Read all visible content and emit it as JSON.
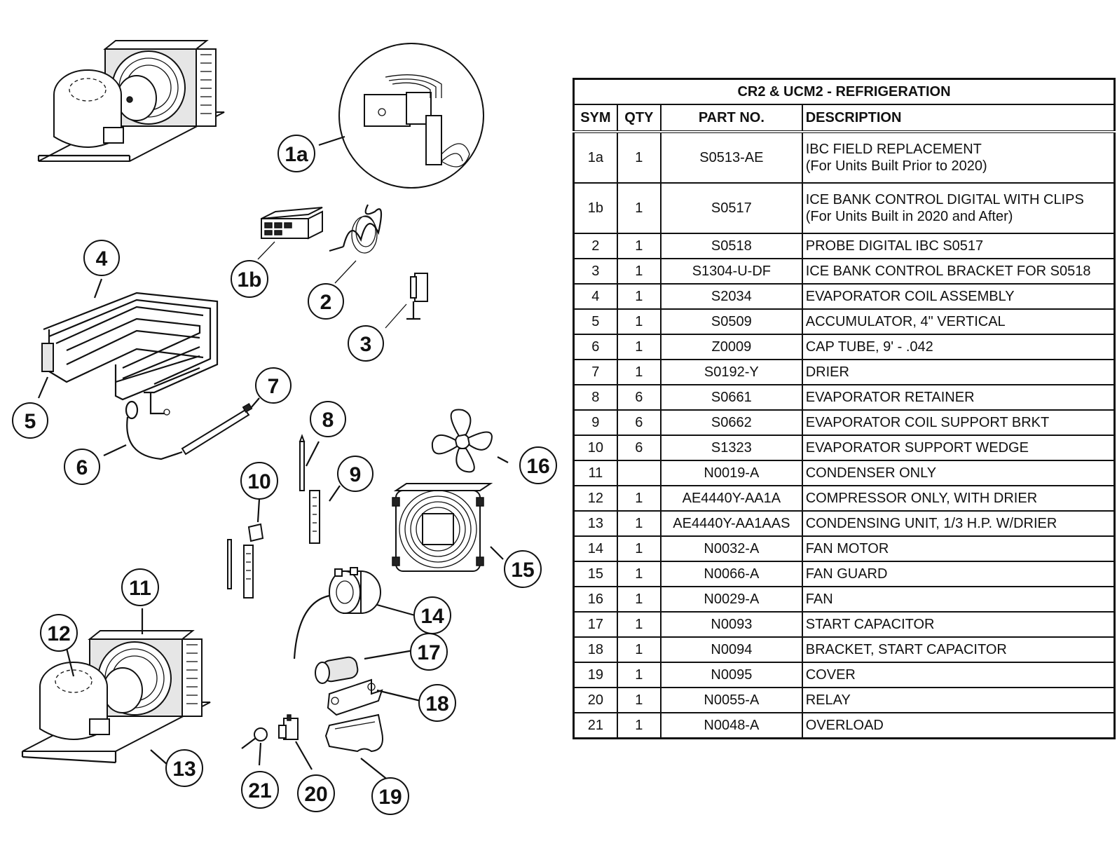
{
  "table": {
    "title": "CR2 & UCM2 - REFRIGERATION",
    "headers": {
      "sym": "SYM",
      "qty": "QTY",
      "part_no": "PART NO.",
      "description": "DESCRIPTION"
    },
    "rows": [
      {
        "sym": "1a",
        "qty": "1",
        "part_no": "S0513-AE",
        "desc1": "IBC FIELD REPLACEMENT",
        "desc2": "(For Units Built Prior to 2020)"
      },
      {
        "sym": "1b",
        "qty": "1",
        "part_no": "S0517",
        "desc1": "ICE BANK CONTROL DIGITAL WITH CLIPS",
        "desc2": "(For Units Built in 2020 and After)"
      },
      {
        "sym": "2",
        "qty": "1",
        "part_no": "S0518",
        "desc1": "PROBE DIGITAL IBC S0517"
      },
      {
        "sym": "3",
        "qty": "1",
        "part_no": "S1304-U-DF",
        "desc1": "ICE BANK CONTROL BRACKET FOR S0518"
      },
      {
        "sym": "4",
        "qty": "1",
        "part_no": "S2034",
        "desc1": "EVAPORATOR COIL ASSEMBLY"
      },
      {
        "sym": "5",
        "qty": "1",
        "part_no": "S0509",
        "desc1": "ACCUMULATOR, 4\" VERTICAL"
      },
      {
        "sym": "6",
        "qty": "1",
        "part_no": "Z0009",
        "desc1": "CAP TUBE, 9' - .042"
      },
      {
        "sym": "7",
        "qty": "1",
        "part_no": "S0192-Y",
        "desc1": "DRIER"
      },
      {
        "sym": "8",
        "qty": "6",
        "part_no": "S0661",
        "desc1": "EVAPORATOR RETAINER"
      },
      {
        "sym": "9",
        "qty": "6",
        "part_no": "S0662",
        "desc1": "EVAPORATOR COIL SUPPORT BRKT"
      },
      {
        "sym": "10",
        "qty": "6",
        "part_no": "S1323",
        "desc1": "EVAPORATOR SUPPORT WEDGE"
      },
      {
        "sym": "11",
        "qty": "",
        "part_no": "N0019-A",
        "desc1": "CONDENSER ONLY"
      },
      {
        "sym": "12",
        "qty": "1",
        "part_no": "AE4440Y-AA1A",
        "desc1": "COMPRESSOR ONLY, WITH DRIER"
      },
      {
        "sym": "13",
        "qty": "1",
        "part_no": "AE4440Y-AA1AAS",
        "desc1": "CONDENSING UNIT, 1/3 H.P. W/DRIER"
      },
      {
        "sym": "14",
        "qty": "1",
        "part_no": "N0032-A",
        "desc1": "FAN MOTOR"
      },
      {
        "sym": "15",
        "qty": "1",
        "part_no": "N0066-A",
        "desc1": "FAN GUARD"
      },
      {
        "sym": "16",
        "qty": "1",
        "part_no": "N0029-A",
        "desc1": "FAN"
      },
      {
        "sym": "17",
        "qty": "1",
        "part_no": "N0093",
        "desc1": "START CAPACITOR"
      },
      {
        "sym": "18",
        "qty": "1",
        "part_no": "N0094",
        "desc1": "BRACKET, START CAPACITOR"
      },
      {
        "sym": "19",
        "qty": "1",
        "part_no": "N0095",
        "desc1": "COVER"
      },
      {
        "sym": "20",
        "qty": "1",
        "part_no": "N0055-A",
        "desc1": "RELAY"
      },
      {
        "sym": "21",
        "qty": "1",
        "part_no": "N0048-A",
        "desc1": "OVERLOAD"
      }
    ]
  },
  "callouts": {
    "c1a": "1a",
    "c1b": "1b",
    "c2": "2",
    "c3": "3",
    "c4": "4",
    "c5": "5",
    "c6": "6",
    "c7": "7",
    "c8": "8",
    "c9": "9",
    "c10": "10",
    "c11": "11",
    "c12": "12",
    "c13": "13",
    "c14": "14",
    "c15": "15",
    "c16": "16",
    "c17": "17",
    "c18": "18",
    "c19": "19",
    "c20": "20",
    "c21": "21"
  }
}
